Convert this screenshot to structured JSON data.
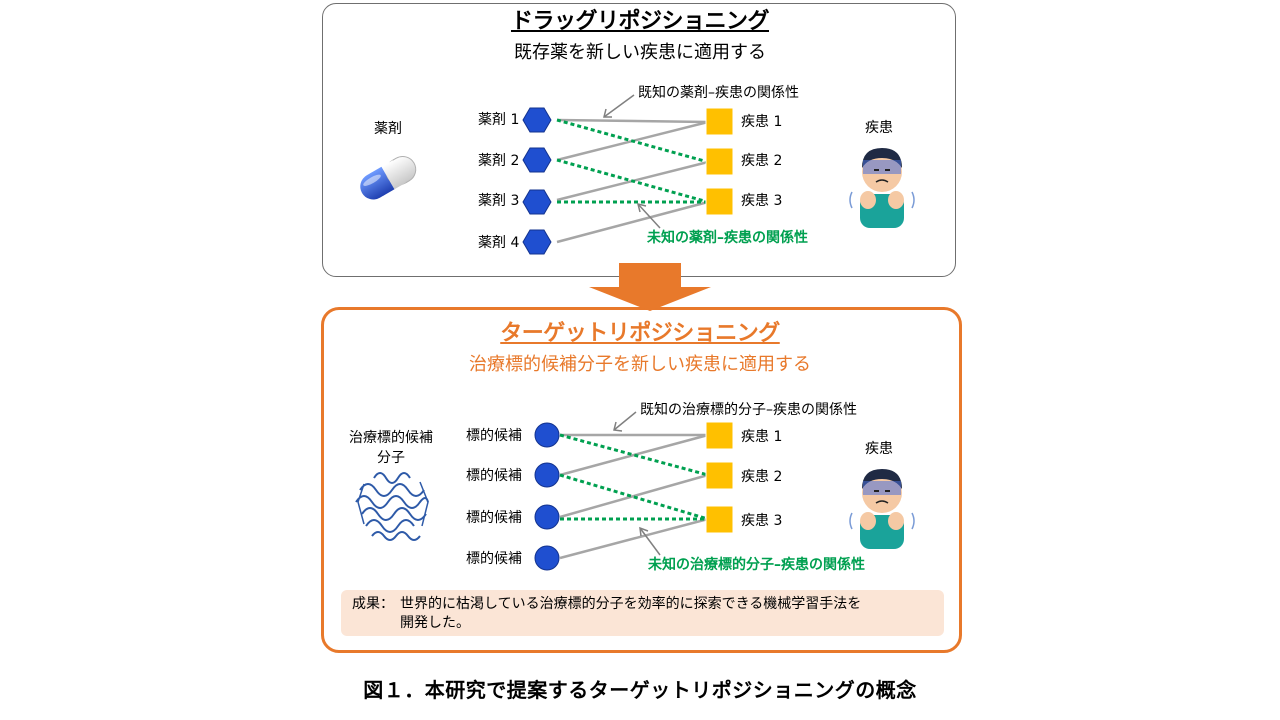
{
  "top_panel": {
    "title": "ドラッグリポジショニング",
    "subtitle": "既存薬を新しい疾患に適用する",
    "left_caption": "薬剤",
    "right_caption": "疾患",
    "known_note": "既知の薬剤–疾患の関係性",
    "unknown_note": "未知の薬剤–疾患の関係性",
    "drugs": [
      "薬剤 1",
      "薬剤 2",
      "薬剤 3",
      "薬剤 4"
    ],
    "diseases": [
      "疾患 1",
      "疾患 2",
      "疾患 3"
    ]
  },
  "bottom_panel": {
    "title": "ターゲットリポジショニング",
    "subtitle": "治療標的候補分子を新しい疾患に適用する",
    "left_caption_line1": "治療標的候補",
    "left_caption_line2": "分子",
    "right_caption": "疾患",
    "known_note": "既知の治療標的分子–疾患の関係性",
    "unknown_note": "未知の治療標的分子–疾患の関係性",
    "targets": [
      "標的候補",
      "標的候補",
      "標的候補",
      "標的候補"
    ],
    "diseases": [
      "疾患 1",
      "疾患 2",
      "疾患 3"
    ],
    "result_label": "成果：",
    "result_line1": "世界的に枯渇している治療標的分子を効率的に探索できる機械学習手法を",
    "result_line2": "開発した。"
  },
  "caption": "図１．本研究で提案するターゲットリポジショニングの概念",
  "colors": {
    "orange": "#e8792b",
    "node_blue": "#1f4fd0",
    "disease_yellow": "#ffc000",
    "known_gray": "#a6a6a6",
    "unknown_green": "#00a050"
  }
}
